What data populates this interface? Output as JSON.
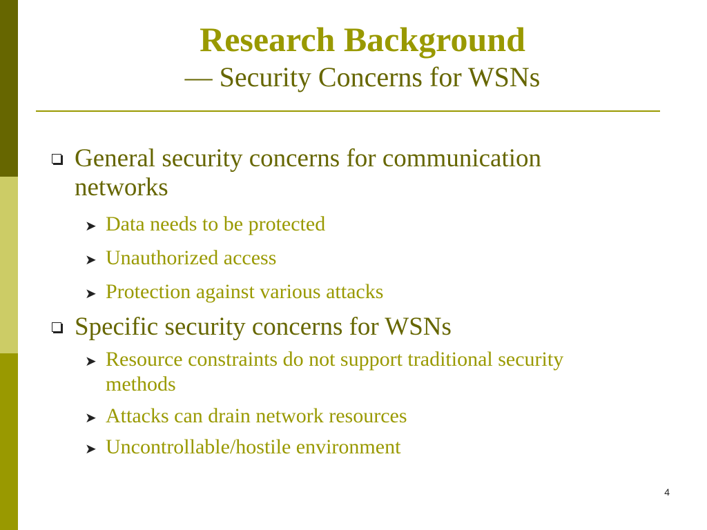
{
  "slide": {
    "title": "Research Background",
    "subtitle": "— Security Concerns for WSNs",
    "page_number": "4"
  },
  "colors": {
    "title": "#999900",
    "subtitle": "#666600",
    "level1_text": "#666600",
    "level2_text": "#999900",
    "rule": "#999900",
    "sidebar": [
      "#666600",
      "#cccc66",
      "#999900"
    ]
  },
  "icons": {
    "level1_bullet": "square-bullet-icon",
    "level2_bullet": "arrowhead-bullet-icon"
  },
  "bullets": [
    {
      "text": "General security concerns for communication networks",
      "sub": [
        "Data needs to be protected",
        "Unauthorized access",
        "Protection against various attacks"
      ]
    },
    {
      "text": "Specific security concerns for WSNs",
      "sub": [
        "Resource constraints do not support traditional security methods",
        "Attacks can drain network resources",
        "Uncontrollable/hostile environment"
      ]
    }
  ]
}
